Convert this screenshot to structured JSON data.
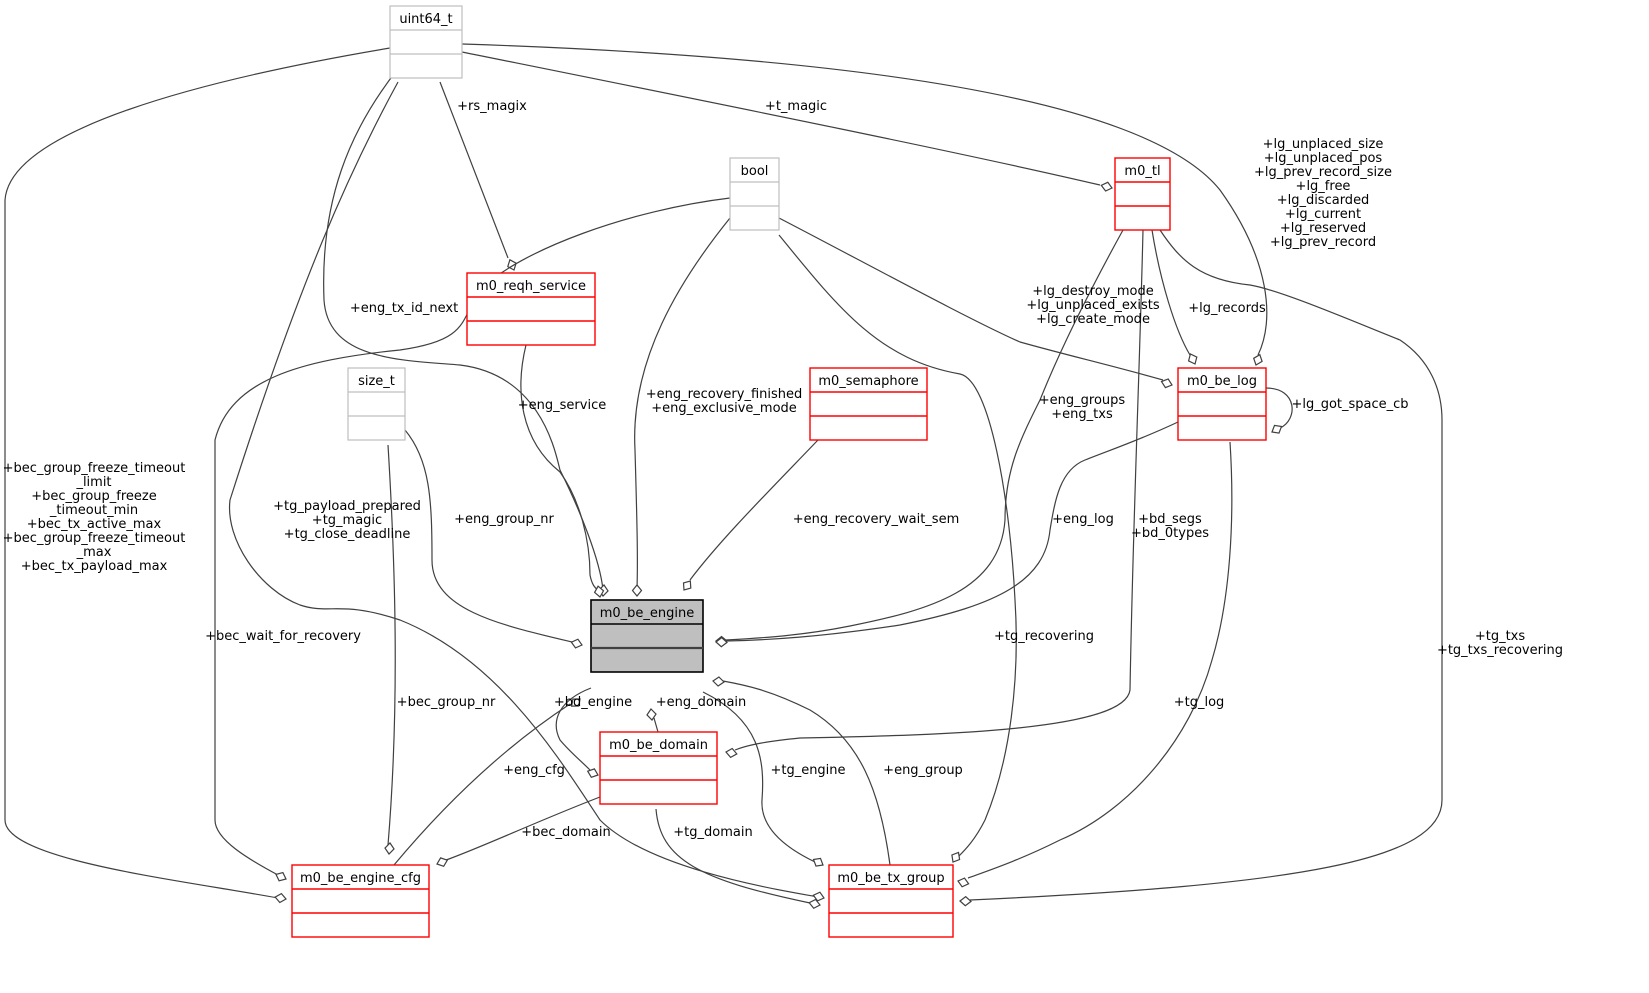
{
  "diagram": {
    "type": "collaboration-graph",
    "focus_node": "m0_be_engine",
    "colors": {
      "focus_fill": "#bfbfbf",
      "focus_border": "#000000",
      "documented_border": "#ff0000",
      "undocumented_border": "#bfbfbf",
      "edge": "#404040"
    },
    "nodes": [
      {
        "id": "uint64_t",
        "label": "uint64_t",
        "kind": "external"
      },
      {
        "id": "bool",
        "label": "bool",
        "kind": "external"
      },
      {
        "id": "size_t",
        "label": "size_t",
        "kind": "external"
      },
      {
        "id": "m0_tl",
        "label": "m0_tl",
        "kind": "documented"
      },
      {
        "id": "m0_reqh_service",
        "label": "m0_reqh_service",
        "kind": "documented"
      },
      {
        "id": "m0_semaphore",
        "label": "m0_semaphore",
        "kind": "documented"
      },
      {
        "id": "m0_be_log",
        "label": "m0_be_log",
        "kind": "documented"
      },
      {
        "id": "m0_be_engine",
        "label": "m0_be_engine",
        "kind": "focus"
      },
      {
        "id": "m0_be_domain",
        "label": "m0_be_domain",
        "kind": "documented"
      },
      {
        "id": "m0_be_engine_cfg",
        "label": "m0_be_engine_cfg",
        "kind": "documented"
      },
      {
        "id": "m0_be_tx_group",
        "label": "m0_be_tx_group",
        "kind": "documented"
      }
    ],
    "edges": [
      {
        "from": "uint64_t",
        "to": "m0_be_engine",
        "labels": [
          "+eng_tx_id_next"
        ]
      },
      {
        "from": "uint64_t",
        "to": "m0_reqh_service",
        "labels": [
          "+rs_magix"
        ]
      },
      {
        "from": "uint64_t",
        "to": "m0_tl",
        "labels": [
          "+t_magic"
        ]
      },
      {
        "from": "uint64_t",
        "to": "m0_be_log",
        "labels": [
          "+lg_unplaced_size",
          "+lg_unplaced_pos",
          "+lg_prev_record_size",
          "+lg_free",
          "+lg_discarded",
          "+lg_current",
          "+lg_reserved",
          "+lg_prev_record"
        ]
      },
      {
        "from": "uint64_t",
        "to": "m0_be_engine_cfg",
        "labels": [
          "+bec_group_freeze_timeout",
          "_limit",
          "+bec_group_freeze",
          "_timeout_min",
          "+bec_tx_active_max",
          "+bec_group_freeze_timeout",
          "_max",
          "+bec_tx_payload_max"
        ]
      },
      {
        "from": "uint64_t",
        "to": "m0_be_tx_group",
        "labels": [
          "+tg_payload_prepared",
          "+tg_magic",
          "+tg_close_deadline"
        ]
      },
      {
        "from": "bool",
        "to": "m0_be_engine",
        "labels": [
          "+eng_recovery_finished",
          "+eng_exclusive_mode"
        ]
      },
      {
        "from": "bool",
        "to": "m0_be_engine_cfg",
        "labels": [
          "+bec_wait_for_recovery"
        ]
      },
      {
        "from": "bool",
        "to": "m0_be_log",
        "labels": [
          "+lg_destroy_mode",
          "+lg_unplaced_exists",
          "+lg_create_mode"
        ]
      },
      {
        "from": "bool",
        "to": "m0_be_tx_group",
        "labels": [
          "+tg_recovering"
        ]
      },
      {
        "from": "size_t",
        "to": "m0_be_engine",
        "labels": [
          "+eng_group_nr"
        ]
      },
      {
        "from": "size_t",
        "to": "m0_be_engine_cfg",
        "labels": [
          "+bec_group_nr"
        ]
      },
      {
        "from": "m0_reqh_service",
        "to": "m0_be_engine",
        "labels": [
          "+eng_service"
        ]
      },
      {
        "from": "m0_semaphore",
        "to": "m0_be_engine",
        "labels": [
          "+eng_recovery_wait_sem"
        ]
      },
      {
        "from": "m0_tl",
        "to": "m0_be_engine",
        "labels": [
          "+eng_groups",
          "+eng_txs"
        ]
      },
      {
        "from": "m0_tl",
        "to": "m0_be_log",
        "labels": [
          "+lg_records"
        ]
      },
      {
        "from": "m0_tl",
        "to": "m0_be_domain",
        "labels": [
          "+bd_segs",
          "+bd_0types"
        ]
      },
      {
        "from": "m0_tl",
        "to": "m0_be_tx_group",
        "labels": [
          "+tg_txs",
          "+tg_txs_recovering"
        ]
      },
      {
        "from": "m0_be_log",
        "to": "m0_be_log",
        "labels": [
          "+lg_got_space_cb"
        ]
      },
      {
        "from": "m0_be_log",
        "to": "m0_be_engine",
        "labels": [
          "+eng_log"
        ]
      },
      {
        "from": "m0_be_log",
        "to": "m0_be_tx_group",
        "labels": [
          "+tg_log"
        ]
      },
      {
        "from": "m0_be_engine",
        "to": "m0_be_domain",
        "labels": [
          "+bd_engine"
        ]
      },
      {
        "from": "m0_be_domain",
        "to": "m0_be_engine",
        "labels": [
          "+eng_domain"
        ]
      },
      {
        "from": "m0_be_engine_cfg",
        "to": "m0_be_engine",
        "labels": [
          "+eng_cfg"
        ]
      },
      {
        "from": "m0_be_domain",
        "to": "m0_be_engine_cfg",
        "labels": [
          "+bec_domain"
        ]
      },
      {
        "from": "m0_be_domain",
        "to": "m0_be_tx_group",
        "labels": [
          "+tg_domain"
        ]
      },
      {
        "from": "m0_be_engine",
        "to": "m0_be_tx_group",
        "labels": [
          "+tg_engine"
        ]
      },
      {
        "from": "m0_be_tx_group",
        "to": "m0_be_engine",
        "labels": [
          "+eng_group"
        ]
      }
    ]
  }
}
